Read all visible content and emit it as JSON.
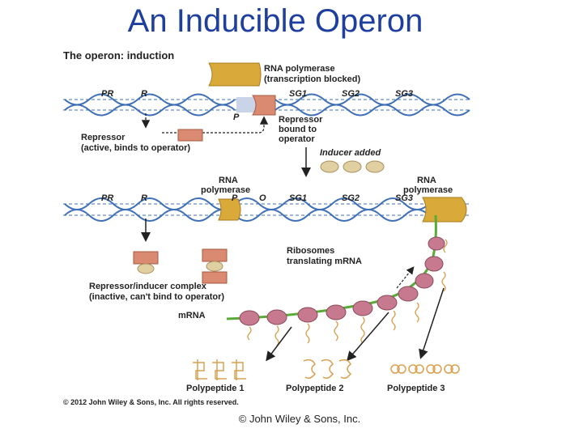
{
  "title": "An Inducible Operon",
  "footer": "© John Wiley & Sons, Inc.",
  "figure": {
    "heading": "The operon: induction",
    "rnap_top_label_1": "RNA polymerase",
    "rnap_top_label_2": "(transcription blocked)",
    "gene_PR": "PR",
    "gene_R": "R",
    "gene_P": "P",
    "gene_O": "O",
    "gene_SG1": "SG1",
    "gene_SG2": "SG2",
    "gene_SG3": "SG3",
    "repressor_bound_1": "Repressor",
    "repressor_bound_2": "bound to",
    "repressor_bound_3": "operator",
    "repressor_active_1": "Repressor",
    "repressor_active_2": "(active, binds to operator)",
    "inducer_added": "Inducer added",
    "rna_pol_1a": "RNA",
    "rna_pol_1b": "polymerase",
    "rna_pol_2a": "RNA",
    "rna_pol_2b": "polymerase",
    "ribosomes_1": "Ribosomes",
    "ribosomes_2": "translating mRNA",
    "complex_1": "Repressor/inducer complex",
    "complex_2": "(inactive, can't bind to operator)",
    "mrna": "mRNA",
    "poly1": "Polypeptide 1",
    "poly2": "Polypeptide 2",
    "poly3": "Polypeptide 3",
    "copyright": "© 2012 John Wiley & Sons, Inc. All rights reserved.",
    "colors": {
      "dna": "#3f6fb5",
      "polymerase": "#d9a93a",
      "repressor": "#d98a70",
      "ribosome": "#c77a8f",
      "mrna": "#5aaa3a",
      "polypeptide": "#d9a050",
      "arrow": "#222222"
    }
  }
}
